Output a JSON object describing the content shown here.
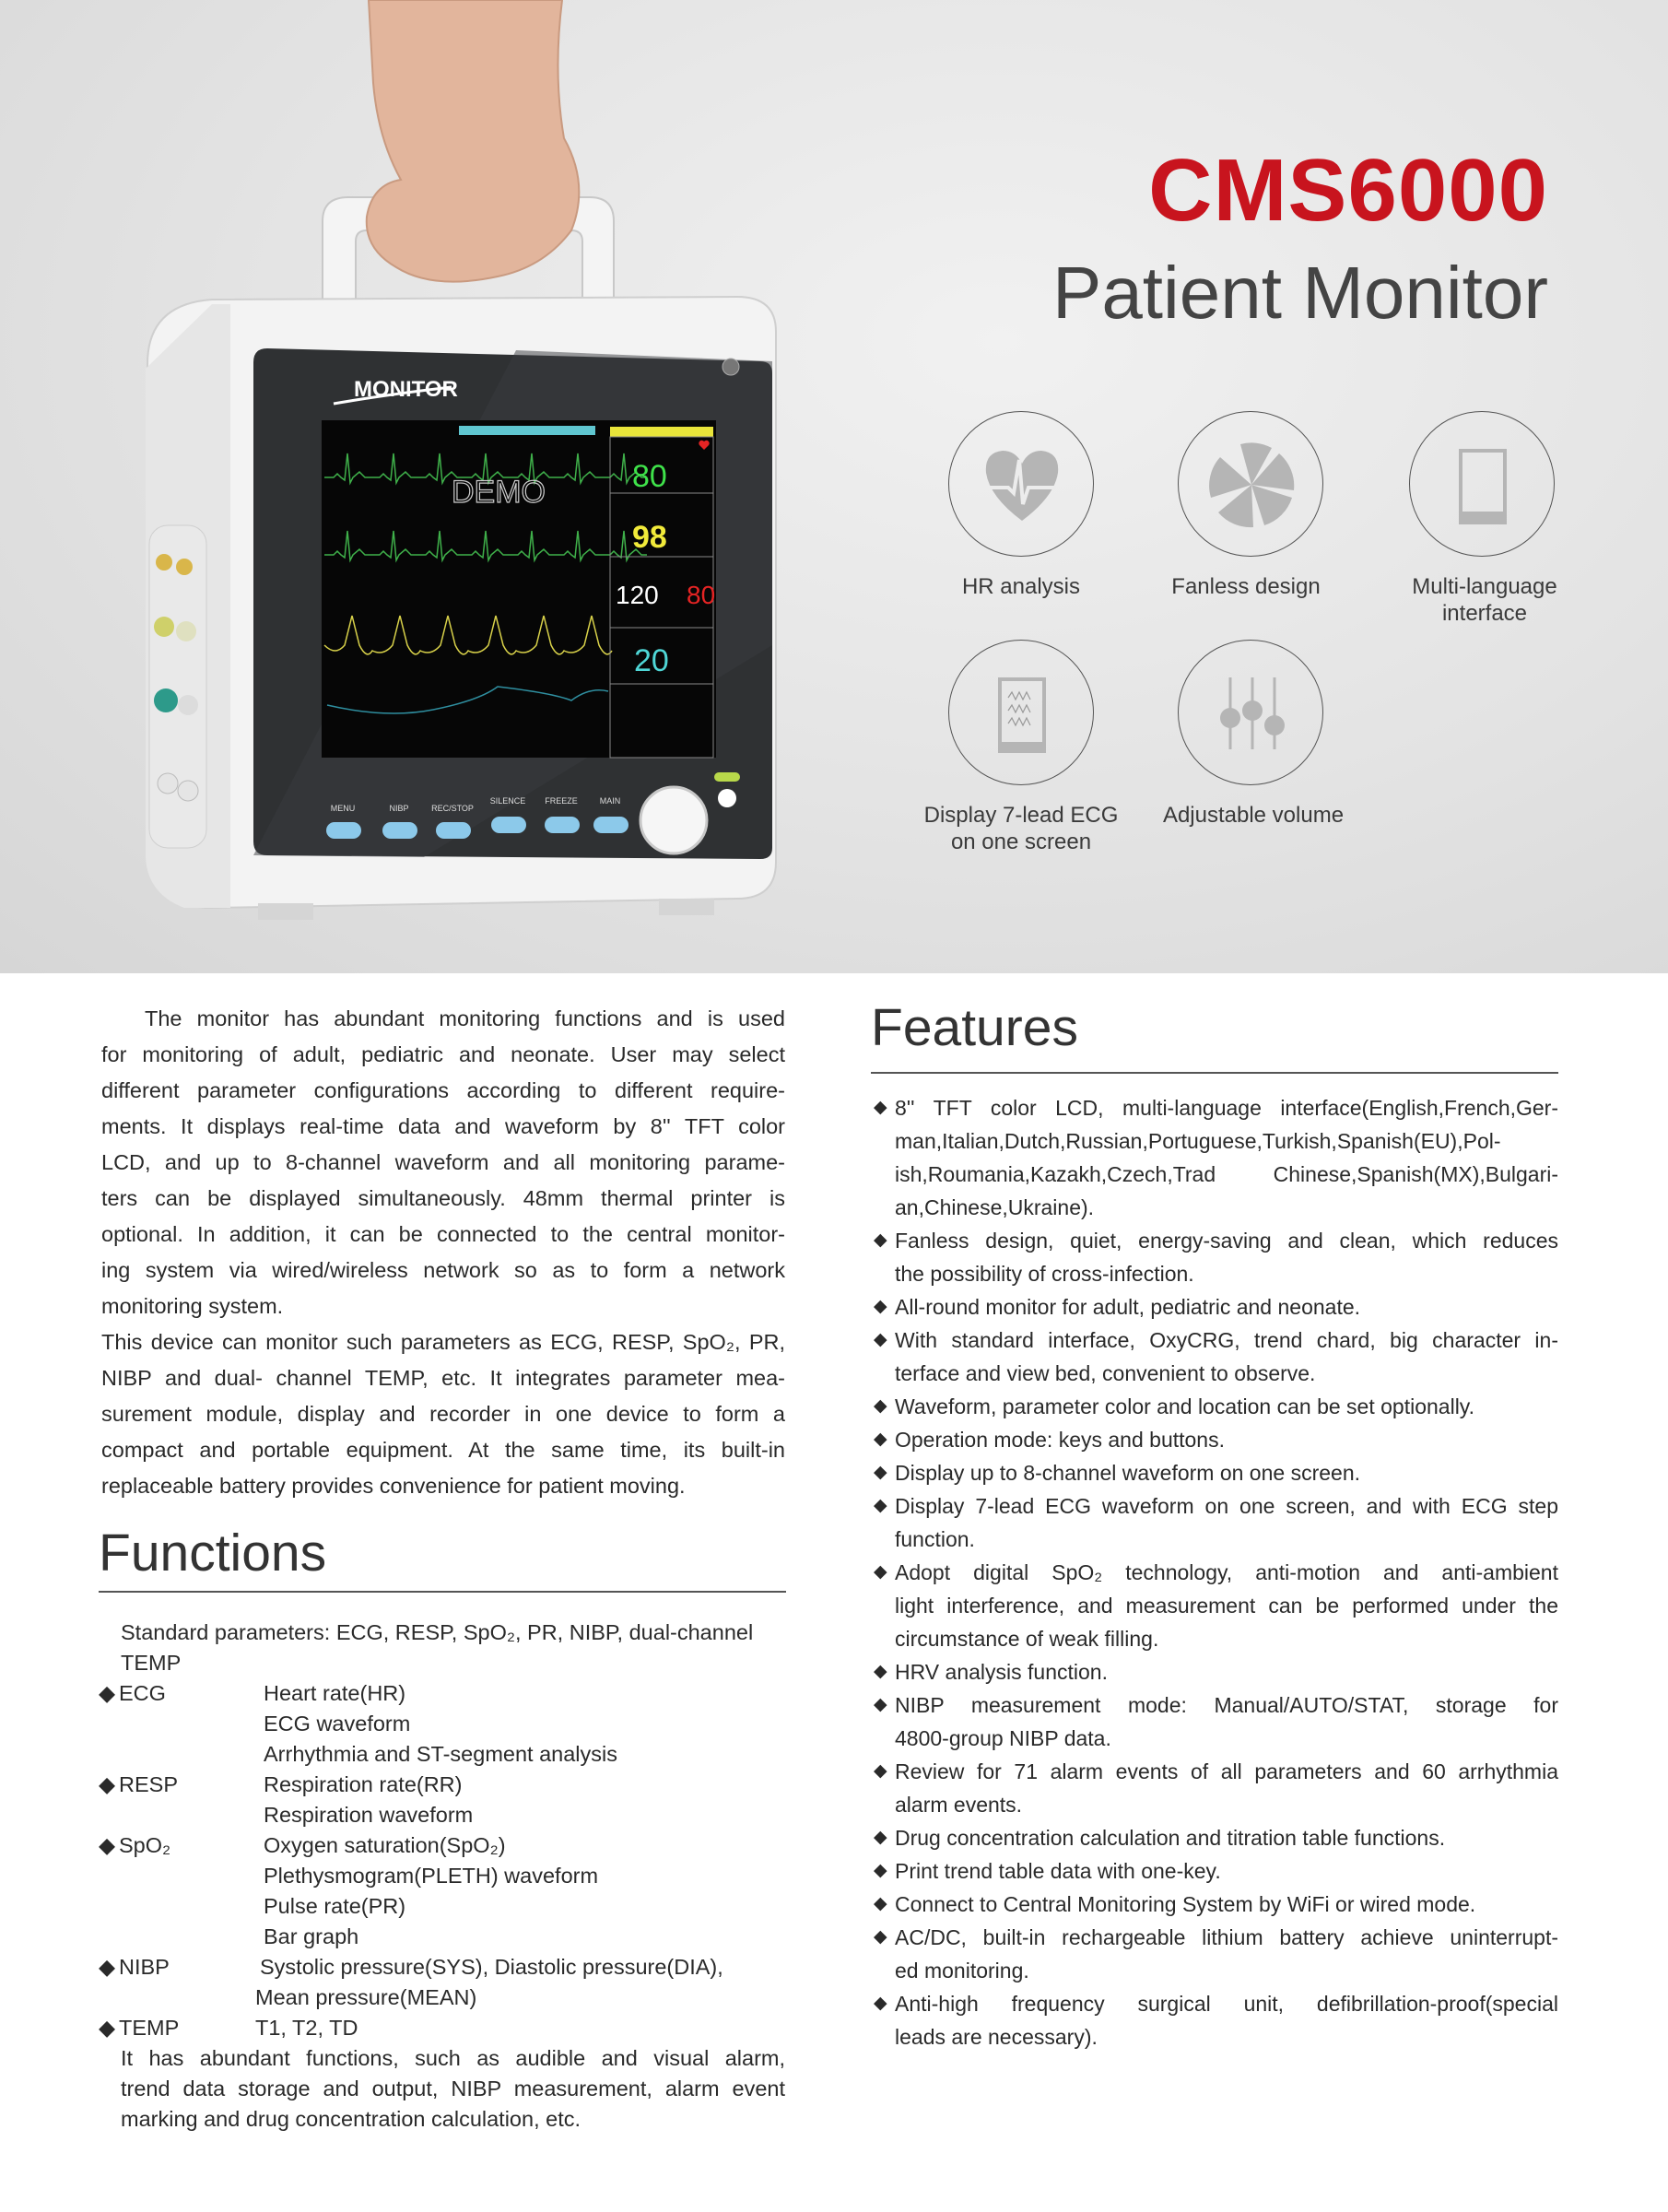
{
  "header": {
    "model": "CMS6000",
    "product": "Patient Monitor",
    "brand_color": "#c8141e"
  },
  "feature_icons": [
    {
      "icon": "heart-ecg-icon",
      "label_lines": [
        "HR analysis"
      ]
    },
    {
      "icon": "fan-icon",
      "label_lines": [
        "Fanless design"
      ]
    },
    {
      "icon": "tablet-icon",
      "label_lines": [
        "Multi-language",
        "interface"
      ]
    },
    {
      "icon": "tablet-waveform-icon",
      "label_lines": [
        "Display 7-lead ECG",
        "on one screen"
      ]
    },
    {
      "icon": "sliders-icon",
      "label_lines": [
        "Adjustable volume"
      ]
    }
  ],
  "device": {
    "logo": "MONITOR",
    "watermark": "DEMO",
    "readings": {
      "hr": "80",
      "spo2": "98",
      "nibp_sys": "120",
      "nibp_dia": "80",
      "resp": "20"
    },
    "buttons": [
      "MENU",
      "NIBP",
      "REC/STOP",
      "SILENCE",
      "FREEZE",
      "MAIN"
    ]
  },
  "intro": {
    "lines": [
      "The monitor has abundant monitoring functions and is used",
      "for monitoring of adult, pediatric and neonate. User may select",
      "different parameter configurations according to different require-",
      "ments. It displays real-time data and waveform by 8'' TFT color",
      "LCD, and up to 8-channel waveform and all monitoring parame-",
      "ters can be displayed simultaneously. 48mm thermal printer is",
      "optional. In addition, it can be connected to the central monitor-",
      "ing system via wired/wireless network so as to form a network",
      "monitoring system.",
      "This device can monitor such parameters as ECG, RESP, SpO₂, PR,",
      "NIBP and dual- channel TEMP, etc. It integrates parameter mea-",
      "surement module, display and recorder in one device to form a",
      "compact and portable equipment. At the same time, its built-in",
      "replaceable battery provides convenience for patient moving."
    ]
  },
  "functions": {
    "heading": "Functions",
    "standard_lines": [
      "Standard parameters: ECG, RESP, SpO₂, PR, NIBP, dual-channel",
      "TEMP"
    ],
    "groups": [
      {
        "name": "ECG",
        "items": [
          "Heart rate(HR)",
          "ECG waveform",
          "Arrhythmia and ST-segment analysis"
        ]
      },
      {
        "name": "RESP",
        "items": [
          "Respiration rate(RR)",
          "Respiration waveform"
        ]
      },
      {
        "name": "SpO₂",
        "items": [
          "Oxygen saturation(SpO₂)",
          "Plethysmogram(PLETH) waveform",
          "Pulse rate(PR)",
          "Bar graph"
        ]
      },
      {
        "name": "NIBP",
        "items": [
          "Systolic pressure(SYS), Diastolic pressure(DIA),",
          "Mean pressure(MEAN)"
        ]
      },
      {
        "name": "TEMP",
        "items": [
          "T1, T2, TD"
        ]
      }
    ],
    "closing_lines": [
      "It has abundant functions, such as audible and visual alarm,",
      "trend data storage and output, NIBP measurement, alarm event",
      "marking and drug concentration calculation, etc."
    ]
  },
  "features": {
    "heading": "Features",
    "items": [
      [
        "8'' TFT color LCD, multi-language interface(English,French,Ger-",
        "man,Italian,Dutch,Russian,Portuguese,Turkish,Spanish(EU),Pol-",
        "ish,Roumania,Kazakh,Czech,Trad Chinese,Spanish(MX),Bulgari-",
        "an,Chinese,Ukraine)."
      ],
      [
        "Fanless design, quiet, energy-saving and clean, which reduces",
        "the possibility of cross-infection."
      ],
      [
        "All-round monitor for adult, pediatric and neonate."
      ],
      [
        "With standard interface, OxyCRG, trend chard, big character in-",
        "terface and view bed, convenient to observe."
      ],
      [
        "Waveform, parameter color and location can be set optionally."
      ],
      [
        "Operation mode: keys and buttons."
      ],
      [
        "Display up to 8-channel waveform on one screen."
      ],
      [
        "Display 7-lead ECG waveform on one screen, and with ECG step",
        "function."
      ],
      [
        "Adopt digital SpO₂ technology, anti-motion and anti-ambient",
        "light interference, and measurement can be performed under the",
        "circumstance of weak filling."
      ],
      [
        "HRV analysis function."
      ],
      [
        "NIBP measurement mode: Manual/AUTO/STAT, storage for",
        "4800-group NIBP data."
      ],
      [
        "Review for 71 alarm events of all parameters and 60 arrhythmia",
        "alarm events."
      ],
      [
        "Drug concentration calculation and titration table functions."
      ],
      [
        "Print trend table data with one-key."
      ],
      [
        "Connect to Central Monitoring System by WiFi or wired mode."
      ],
      [
        "AC/DC, built-in rechargeable lithium battery achieve uninterrupt-",
        "ed monitoring."
      ],
      [
        "Anti-high frequency surgical unit, defibrillation-proof(special",
        "leads are necessary)."
      ]
    ]
  }
}
